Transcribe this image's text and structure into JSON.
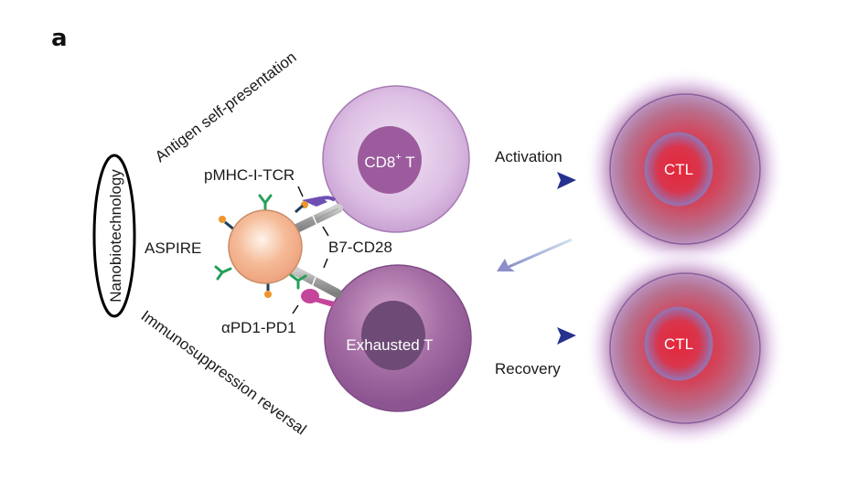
{
  "figure": {
    "panel_label": "a",
    "concept": "Nanobiotechnology",
    "branches": {
      "top": "Antigen self-presentation",
      "bottom": "Immunosuppression reversal"
    },
    "nanoparticle": {
      "label": "ASPIRE",
      "ligands": {
        "pmhc_tcr": "pMHC-I-TCR",
        "b7_cd28": "B7-CD28",
        "apd1_pd1": "αPD1-PD1"
      }
    },
    "cells": {
      "cd8": {
        "label_main": "CD8",
        "label_sup": "+",
        "label_tail": " T"
      },
      "exhausted": {
        "label": "Exhausted T"
      },
      "ctl_top": {
        "label": "CTL"
      },
      "ctl_bottom": {
        "label": "CTL"
      }
    },
    "arrows": {
      "activation": "Activation",
      "recovery": "Recovery",
      "exhaustion": ""
    },
    "colors": {
      "nanoparticle": "#f3b28c",
      "cd8_cell": "#d8b7e0",
      "cd8_nucleus": "#9a5b9c",
      "exhausted_cell": "#a86aa6",
      "exhausted_nucleus": "#6e4a76",
      "ctl_red": "#e0233a",
      "ctl_purple": "#9a6fa8",
      "arrow_blue": "#2a3c9a",
      "antibody_green": "#27a05a",
      "peptide_orange": "#f0942c",
      "pd1_magenta": "#c4459a",
      "tcr_purple": "#6e4fb3",
      "b7_gray": "#9a9a9a"
    }
  }
}
